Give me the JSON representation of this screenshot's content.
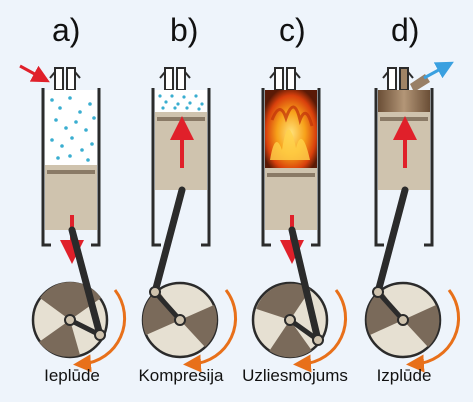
{
  "strokes": [
    {
      "letter": "a)",
      "label": "Ieplūde"
    },
    {
      "letter": "b)",
      "label": "Kompresija"
    },
    {
      "letter": "c)",
      "label": "Uzliesmojums"
    },
    {
      "letter": "d)",
      "label": "Izplūde"
    }
  ],
  "colors": {
    "background": "#eef4fb",
    "cylinder_wall": "#2b2b2b",
    "piston": "#cfc3ae",
    "fuel_droplets": "#3aaed0",
    "flame": "#f08a10",
    "exhaust_gas": "#8a6a4a",
    "motion_arrow": "#e0202a",
    "rotation_arrow": "#e8701a",
    "crank_disc": "#e6e0d2",
    "crank_dark_sector": "#7a6a5a",
    "intake_arrow": "#e0202a",
    "exhaust_arrow": "#3aa0e0"
  }
}
